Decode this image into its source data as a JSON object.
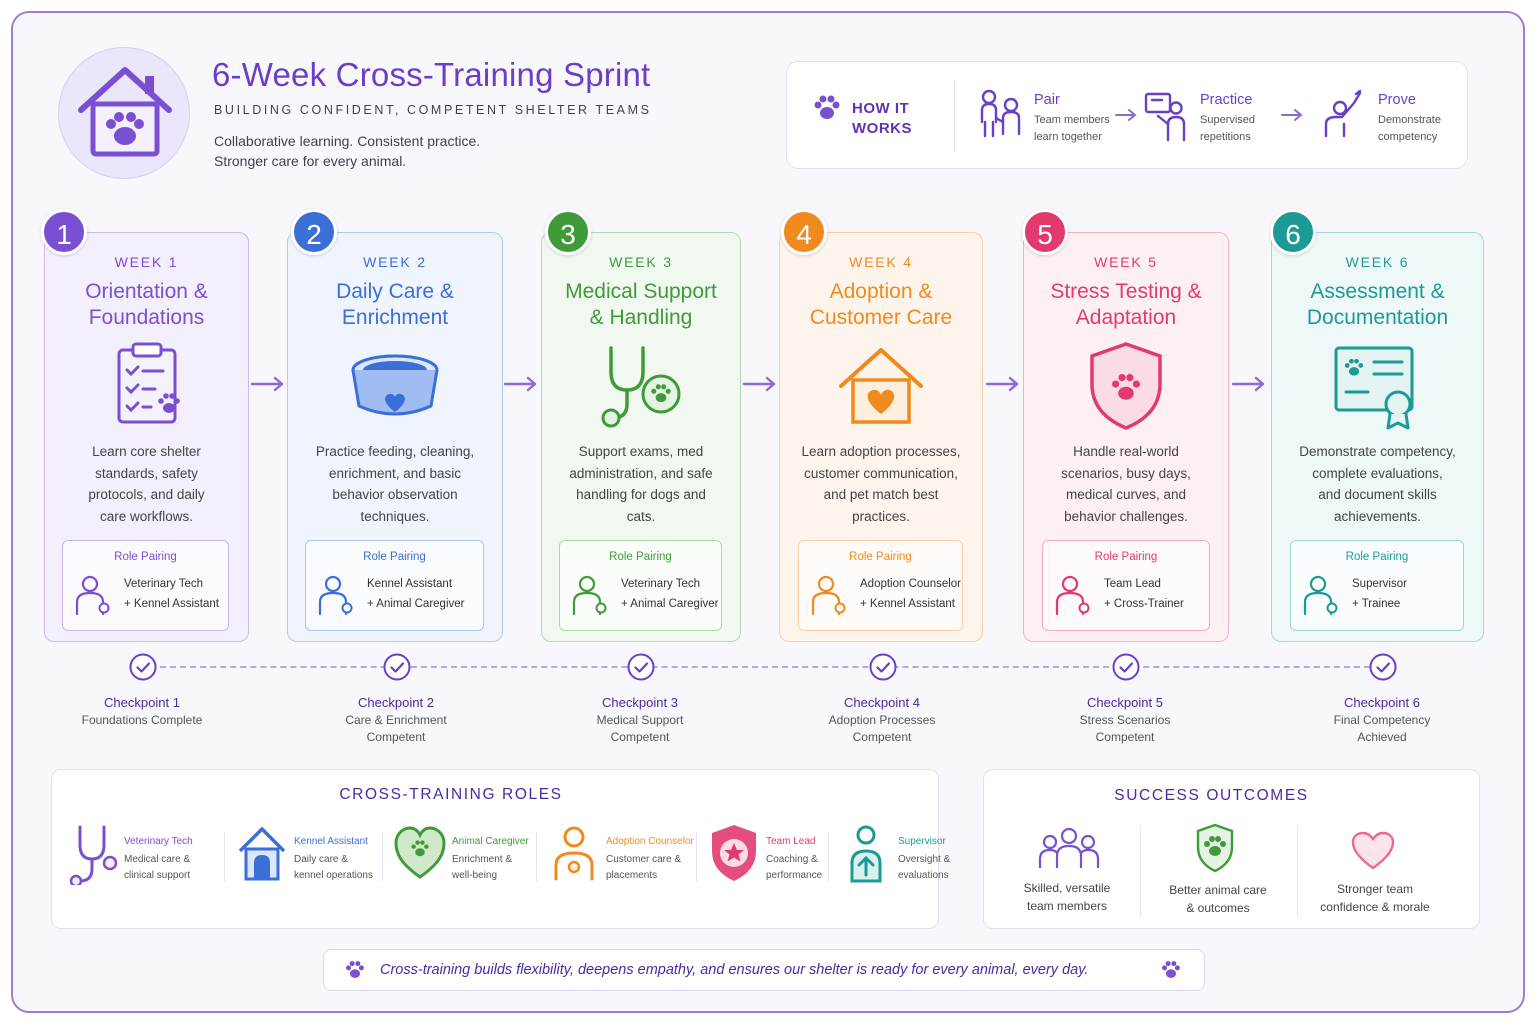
{
  "header": {
    "title": "6-Week Cross-Training Sprint",
    "subtitle": "BUILDING CONFIDENT, COMPETENT SHELTER TEAMS",
    "tagline_line1": "Collaborative learning. Consistent practice.",
    "tagline_line2": "Stronger care for every animal.",
    "logo_icon": "house-paw-icon"
  },
  "how_it_works": {
    "title_line1": "HOW IT",
    "title_line2": "WORKS",
    "steps": [
      {
        "title": "Pair",
        "desc_line1": "Team members",
        "desc_line2": "learn together",
        "icon": "pair-people-icon"
      },
      {
        "title": "Practice",
        "desc_line1": "Supervised",
        "desc_line2": "repetitions",
        "icon": "practice-board-icon"
      },
      {
        "title": "Prove",
        "desc_line1": "Demonstrate",
        "desc_line2": "competency",
        "icon": "raised-arm-icon"
      }
    ]
  },
  "weeks": [
    {
      "number": "1",
      "label": "WEEK 1",
      "title_line1": "Orientation &",
      "title_line2": "Foundations",
      "color": "#7b4fd1",
      "bg": "#f3effc",
      "desc": [
        "Learn core shelter",
        "standards, safety",
        "protocols, and daily",
        "care workflows."
      ],
      "pairing_label": "Role Pairing",
      "pair_role1": "Veterinary Tech",
      "pair_role2": "+ Kennel Assistant",
      "icon": "clipboard-paw-icon"
    },
    {
      "number": "2",
      "label": "WEEK 2",
      "title_line1": "Daily Care &",
      "title_line2": "Enrichment",
      "color": "#3b6fd6",
      "bg": "#eff4fd",
      "desc": [
        "Practice feeding, cleaning,",
        "enrichment, and basic",
        "behavior observation",
        "techniques."
      ],
      "pairing_label": "Role Pairing",
      "pair_role1": "Kennel Assistant",
      "pair_role2": "+ Animal Caregiver",
      "icon": "food-bowl-icon"
    },
    {
      "number": "3",
      "label": "WEEK 3",
      "title_line1": "Medical Support",
      "title_line2": "& Handling",
      "color": "#3f9a3a",
      "bg": "#f1f8ef",
      "desc": [
        "Support exams, med",
        "administration, and safe",
        "handling for dogs and",
        "cats."
      ],
      "pairing_label": "Role Pairing",
      "pair_role1": "Veterinary Tech",
      "pair_role2": "+ Animal Caregiver",
      "icon": "stethoscope-paw-icon"
    },
    {
      "number": "4",
      "label": "WEEK 4",
      "title_line1": "Adoption &",
      "title_line2": "Customer Care",
      "color": "#ef8a1f",
      "bg": "#fdf4ec",
      "desc": [
        "Learn adoption processes,",
        "customer communication,",
        "and pet match best",
        "practices."
      ],
      "pairing_label": "Role Pairing",
      "pair_role1": "Adoption Counselor",
      "pair_role2": "+ Kennel Assistant",
      "icon": "house-heart-icon"
    },
    {
      "number": "5",
      "label": "WEEK 5",
      "title_line1": "Stress Testing &",
      "title_line2": "Adaptation",
      "color": "#e23a6e",
      "bg": "#fdf0f3",
      "desc": [
        "Handle real-world",
        "scenarios, busy days,",
        "medical curves, and",
        "behavior challenges."
      ],
      "pairing_label": "Role Pairing",
      "pair_role1": "Team Lead",
      "pair_role2": "+ Cross-Trainer",
      "icon": "shield-paw-icon"
    },
    {
      "number": "6",
      "label": "WEEK 6",
      "title_line1": "Assessment &",
      "title_line2": "Documentation",
      "color": "#1c9a96",
      "bg": "#eef8f8",
      "desc": [
        "Demonstrate competency,",
        "complete evaluations,",
        "and document skills",
        "achievements."
      ],
      "pairing_label": "Role Pairing",
      "pair_role1": "Supervisor",
      "pair_role2": "+ Trainee",
      "icon": "certificate-icon"
    }
  ],
  "checkpoints": [
    {
      "title": "Checkpoint 1",
      "line1": "Foundations Complete",
      "line2": ""
    },
    {
      "title": "Checkpoint 2",
      "line1": "Care & Enrichment",
      "line2": "Competent"
    },
    {
      "title": "Checkpoint 3",
      "line1": "Medical Support",
      "line2": "Competent"
    },
    {
      "title": "Checkpoint 4",
      "line1": "Adoption Processes",
      "line2": "Competent"
    },
    {
      "title": "Checkpoint 5",
      "line1": "Stress Scenarios",
      "line2": "Competent"
    },
    {
      "title": "Checkpoint 6",
      "line1": "Final Competency",
      "line2": "Achieved"
    }
  ],
  "roles": {
    "title": "CROSS-TRAINING ROLES",
    "items": [
      {
        "name": "Veterinary Tech",
        "desc_line1": "Medical care &",
        "desc_line2": "clinical support",
        "color": "#7b4fd1",
        "icon": "stethoscope-icon"
      },
      {
        "name": "Kennel Assistant",
        "desc_line1": "Daily care &",
        "desc_line2": "kennel operations",
        "color": "#3b6fd6",
        "icon": "kennel-icon"
      },
      {
        "name": "Animal Caregiver",
        "desc_line1": "Enrichment &",
        "desc_line2": "well-being",
        "color": "#3f9a3a",
        "icon": "heart-paw-icon"
      },
      {
        "name": "Adoption Counselor",
        "desc_line1": "Customer care &",
        "desc_line2": "placements",
        "color": "#ef8a1f",
        "icon": "counselor-icon"
      },
      {
        "name": "Team Lead",
        "desc_line1": "Coaching &",
        "desc_line2": "performance",
        "color": "#e23a6e",
        "icon": "shield-star-icon"
      },
      {
        "name": "Supervisor",
        "desc_line1": "Oversight &",
        "desc_line2": "evaluations",
        "color": "#1c9a96",
        "icon": "supervisor-icon"
      }
    ]
  },
  "outcomes": {
    "title": "SUCCESS OUTCOMES",
    "items": [
      {
        "line1": "Skilled, versatile",
        "line2": "team members",
        "icon": "team-icon"
      },
      {
        "line1": "Better animal care",
        "line2": "& outcomes",
        "icon": "shield-paw-icon"
      },
      {
        "line1": "Stronger team",
        "line2": "confidence & morale",
        "icon": "heart-icon"
      }
    ]
  },
  "footer": {
    "text": "Cross-training builds flexibility, deepens empathy, and ensures our shelter is ready for every animal, every day."
  }
}
